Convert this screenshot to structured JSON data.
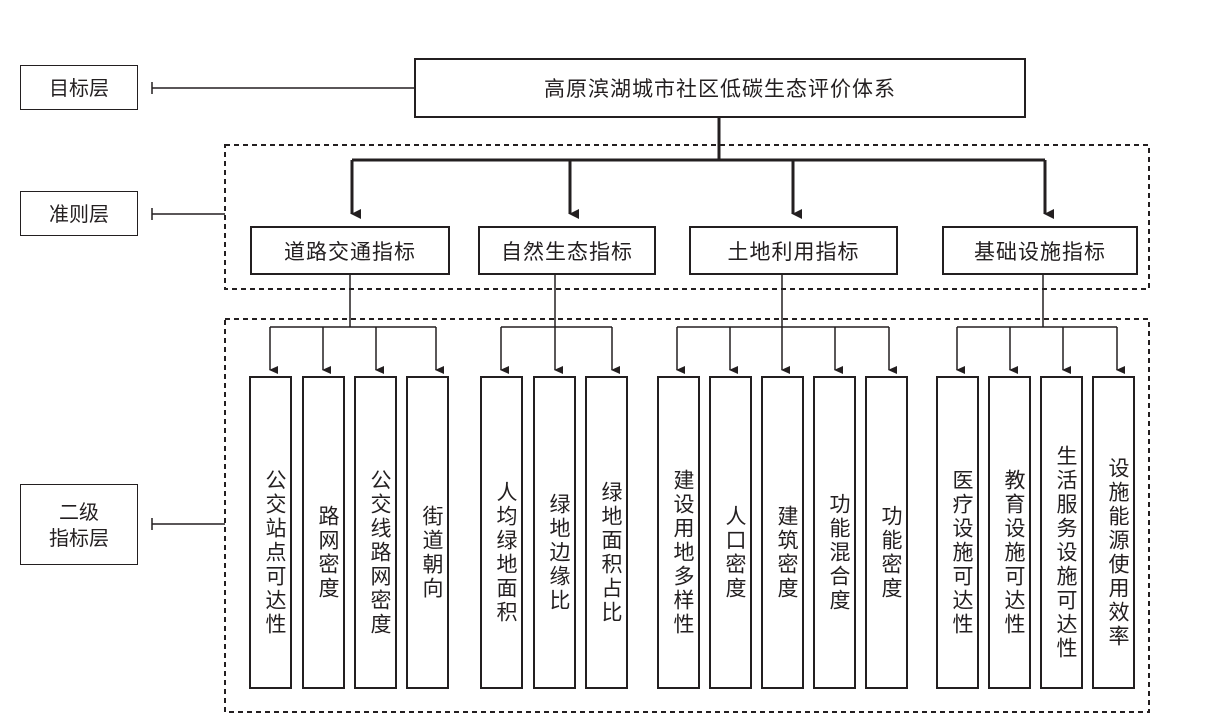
{
  "layers": {
    "goal_layer": "目标层",
    "criteria_layer": "准则层",
    "secondary_layer": "二级\n指标层"
  },
  "goal": "高原滨湖城市社区低碳生态评价体系",
  "criteria": [
    {
      "label": "道路交通指标",
      "indicators": [
        "公交站点可达性",
        "路网密度",
        "公交线路网密度",
        "街道朝向"
      ]
    },
    {
      "label": "自然生态指标",
      "indicators": [
        "人均绿地面积",
        "绿地边缘比",
        "绿地面积占比"
      ]
    },
    {
      "label": "土地利用指标",
      "indicators": [
        "建设用地多样性",
        "人口密度",
        "建筑密度",
        "功能混合度",
        "功能密度"
      ]
    },
    {
      "label": "基础设施指标",
      "indicators": [
        "医疗设施可达性",
        "教育设施可达性",
        "生活服务设施可达性",
        "设施能源使用效率"
      ]
    }
  ]
}
